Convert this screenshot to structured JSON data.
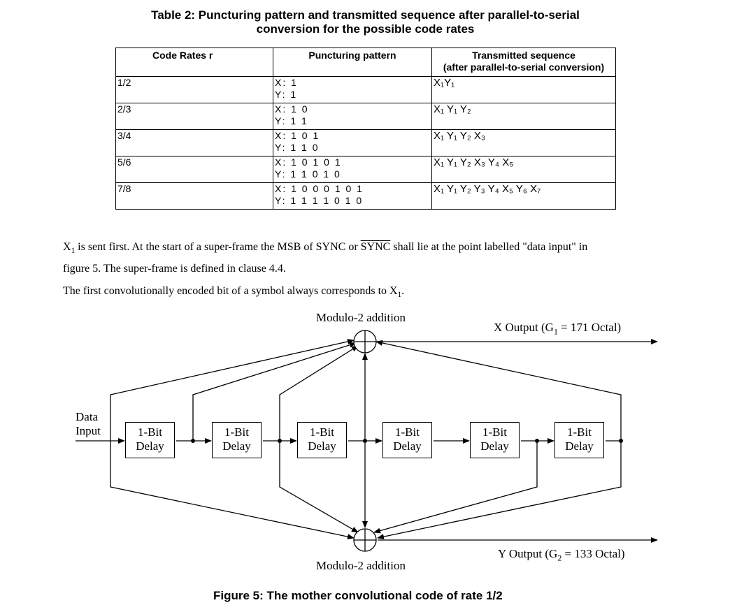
{
  "table": {
    "caption_line1": "Table 2: Puncturing pattern and transmitted sequence after parallel-to-serial",
    "caption_line2": "conversion for the possible code rates",
    "headers": {
      "code_rates": "Code Rates r",
      "puncturing_pattern": "Puncturing pattern",
      "transmitted_line1": "Transmitted sequence",
      "transmitted_line2": "(after parallel-to-serial conversion)"
    },
    "rows": [
      {
        "rate": "1/2",
        "x": "X: 1",
        "y": "Y: 1",
        "seq": "X₁Y₁"
      },
      {
        "rate": "2/3",
        "x": "X: 1 0",
        "y": "Y: 1 1",
        "seq": "X₁ Y₁ Y₂"
      },
      {
        "rate": "3/4",
        "x": "X: 1 0 1",
        "y": "Y: 1 1 0",
        "seq": "X₁ Y₁ Y₂ X₃"
      },
      {
        "rate": "5/6",
        "x": "X: 1 0 1 0 1",
        "y": "Y: 1 1 0 1 0",
        "seq": "X₁ Y₁ Y₂ X₃ Y₄ X₅"
      },
      {
        "rate": "7/8",
        "x": "X: 1 0 0 0 1 0 1",
        "y": "Y: 1 1 1 1 0 1 0",
        "seq": "X₁ Y₁ Y₂ Y₃ Y₄ X₅ Y₆ X₇"
      }
    ]
  },
  "text": {
    "para1_a": "X",
    "para1_sub": "1",
    "para1_b": " is sent first. At the start of a super-frame the MSB of SYNC or ",
    "para1_sync_bar": "SYNC",
    "para1_c": " shall lie at the point labelled \"data input\" in",
    "para1_line2": "figure 5. The super-frame is defined in clause 4.4.",
    "para2_a": "The first convolutionally encoded bit of a symbol always corresponds to X",
    "para2_sub": "1",
    "para2_b": "."
  },
  "figure": {
    "mod2_top": "Modulo-2 addition",
    "mod2_bottom": "Modulo-2 addition",
    "x_output_a": "X Output  (G",
    "x_output_sub": "1",
    "x_output_b": " = 171 Octal)",
    "y_output_a": "Y Output  (G",
    "y_output_sub": "2",
    "y_output_b": " = 133 Octal)",
    "data_input_line1": "Data",
    "data_input_line2": "Input",
    "delay_line1": "1-Bit",
    "delay_line2": "Delay",
    "caption": "Figure 5: The mother convolutional code of rate 1/2"
  }
}
